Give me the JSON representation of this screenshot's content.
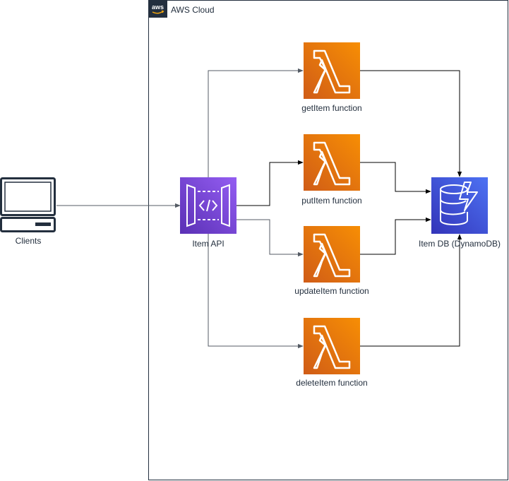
{
  "cloud": {
    "badge": "aws",
    "title": "AWS Cloud",
    "border_color": "#232f3e"
  },
  "clients": {
    "label": "Clients",
    "icon": "desktop-computer-icon"
  },
  "api": {
    "label": "Item API",
    "icon": "api-gateway-icon",
    "color": "#7b3fe4"
  },
  "functions": [
    {
      "label": "getItem function",
      "icon": "lambda-icon"
    },
    {
      "label": "putItem function",
      "icon": "lambda-icon"
    },
    {
      "label": "updateItem function",
      "icon": "lambda-icon"
    },
    {
      "label": "deleteItem function",
      "icon": "lambda-icon"
    }
  ],
  "db": {
    "label": "Item DB (DynamoDB)",
    "icon": "dynamodb-icon",
    "color": "#3b48cc"
  },
  "colors": {
    "lambda_top": "#f78e04",
    "lambda_bottom": "#d05c17",
    "db_top": "#4d72f3",
    "db_bottom": "#3334b9",
    "api_top": "#945df2",
    "api_bottom": "#5a30b5",
    "connector": "#545b64"
  }
}
